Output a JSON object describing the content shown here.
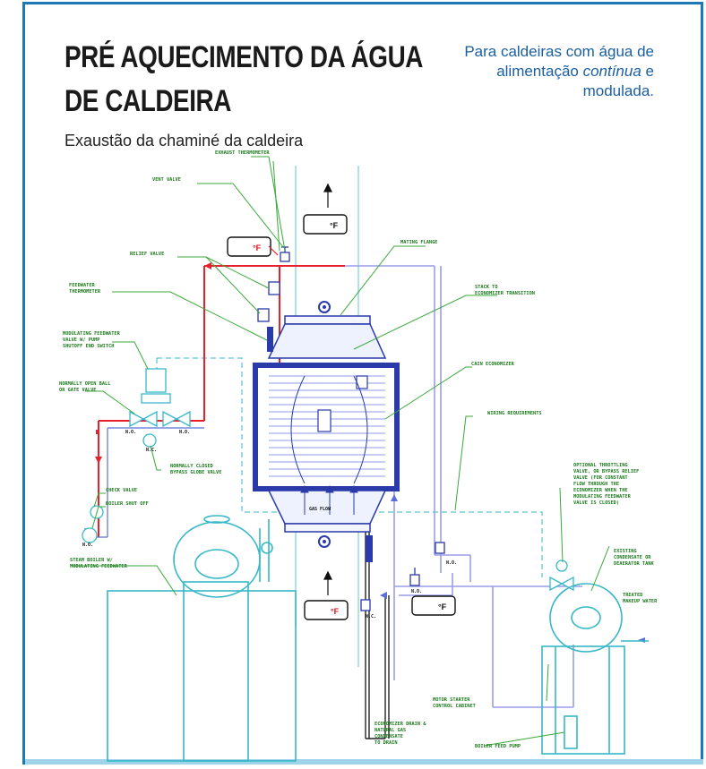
{
  "header": {
    "title_line1": "PRÉ AQUECIMENTO DA ÁGUA",
    "title_line2": "DE CALDEIRA",
    "subtitle": "Exaustão da chaminé da caldeira"
  },
  "note": {
    "line1": "Para caldeiras com água de",
    "line2_pre": "alimentação ",
    "line2_italic": "contínua",
    "line2_post": " e",
    "line3": "modulada."
  },
  "labels": {
    "exhaust_thermometer": "EXHAUST THERMOMETER",
    "vent_valve": "VENT VALVE",
    "relief_valve": "RELIEF VALVE",
    "mating_flange": "MATING FLANGE",
    "stack_transition_1": "STACK TO",
    "stack_transition_2": "ECONOMIZER TRANSITION",
    "feedwater_thermometer_1": "FEEDWATER",
    "feedwater_thermometer_2": "THERMOMETER",
    "modulating_valve_1": "MODULATING FEEDWATER",
    "modulating_valve_2": "VALVE W/ PUMP",
    "modulating_valve_3": "SHUTOFF END SWITCH",
    "open_ball_1": "NORMALLY OPEN BALL",
    "open_ball_2": "OR GATE VALVE",
    "cain_economizer": "CAIN ECONOMIZER",
    "wiring_requirements": "WIRING REQUIREMENTS",
    "closed_bypass_1": "NORMALLY CLOSED",
    "closed_bypass_2": "BYPASS GLOBE VALVE",
    "check_valve": "CHECK VALVE",
    "boiler_shutoff": "BOILER SHUT OFF",
    "steam_boiler_1": "STEAM BOILER W/",
    "steam_boiler_2": "MODULATING FEEDWATER",
    "throttling_1": "OPTIONAL THROTTLING",
    "throttling_2": "VALVE, OR BYPASS RELIEF",
    "throttling_3": "VALVE (FOR CONSTANT",
    "throttling_4": "FLOW THROUGH THE",
    "throttling_5": "ECONOMIZER WHEN THE",
    "throttling_6": "MODULATING FEEDWATER",
    "throttling_7": "VALVE IS CLOSED)",
    "condensate_tank_1": "EXISTING",
    "condensate_tank_2": "CONDENSATE OR",
    "condensate_tank_3": "DEAERATOR TANK",
    "treated_water_1": "TREATED",
    "treated_water_2": "MAKEUP WATER",
    "motor_starter_1": "MOTOR STARTER",
    "motor_starter_2": "CONTROL CABINET",
    "drain_1": "ECONOMIZER DRAIN &",
    "drain_2": "NATURAL GAS",
    "drain_3": "CONDENSATE",
    "drain_4": "TO DRAIN",
    "boiler_feed_pump": "BOILER FEED PUMP",
    "gas_flow": "GAS FLOW",
    "nc": "N.C.",
    "no": "N.O."
  },
  "readouts": {
    "stack_top": "°F",
    "feedwater_out": "°F",
    "stack_bottom": "°F",
    "feedwater_in": "°F"
  },
  "colors": {
    "frame": "#1b79b8",
    "hot_water": "#e8202c",
    "cold_water": "#5a6fd6",
    "equipment": "#2ab8c8",
    "economizer": "#2a3aa8",
    "callout": "#1d7a1d"
  }
}
